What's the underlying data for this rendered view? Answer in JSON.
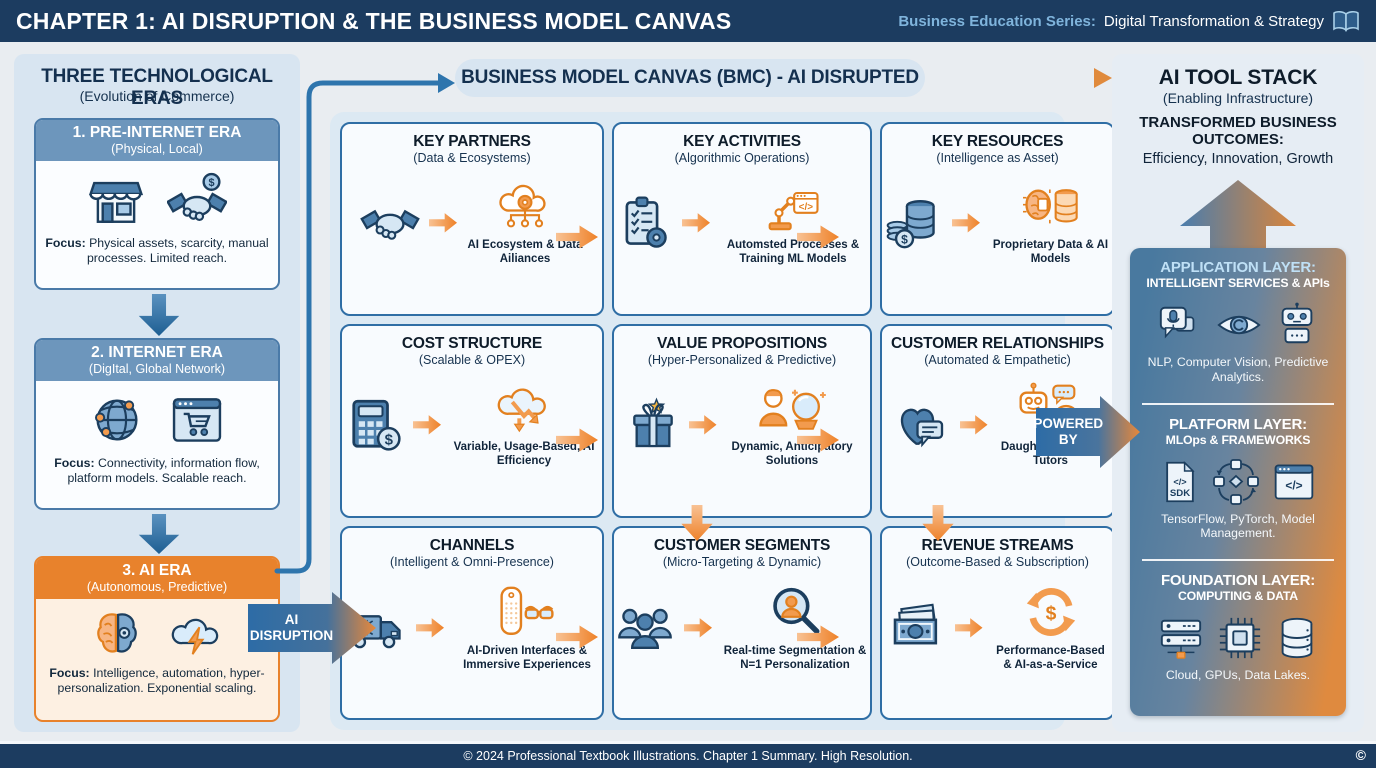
{
  "header": {
    "title": "CHAPTER 1: AI DISRUPTION & THE BUSINESS MODEL CANVAS",
    "series_label": "Business Education Series:",
    "series_value": "Digital Transformation & Strategy"
  },
  "left_panel": {
    "title": "THREE TECHNOLOGICAL ERAS",
    "subtitle": "(Evolution of Commerce)",
    "eras": [
      {
        "name": "1. PRE-INTERNET ERA",
        "sub": "(Physical, Local)",
        "focus_label": "Focus:",
        "focus": "Physical assets, scarcity, manual processes. Limited reach.",
        "icons": [
          "storefront-icon",
          "handshake-dollar-icon"
        ]
      },
      {
        "name": "2. INTERNET ERA",
        "sub": "(DigItal, Global Network)",
        "focus_label": "Focus:",
        "focus": "Connectivity, information flow, platform models. Scalable reach.",
        "icons": [
          "globe-network-icon",
          "ecommerce-cart-icon"
        ]
      },
      {
        "name": "3. AI ERA",
        "sub": "(Autonomous, Predictive)",
        "focus_label": "Focus:",
        "focus": "Intelligence, automation, hyper-personalization. Exponential scaling.",
        "icons": [
          "ai-brain-icon",
          "cloud-lightning-icon"
        ]
      }
    ]
  },
  "bmc": {
    "title": "BUSINESS MODEL CANVAS (BMC) - AI DISRUPTED",
    "cards": [
      {
        "title": "KEY PARTNERS",
        "sub": "(Data & Ecosystems)",
        "caption": "AI Ecosystem & Data Ailiances",
        "icons": [
          "handshake-icon",
          "ai-cloud-network-icon"
        ]
      },
      {
        "title": "KEY ACTIVITIES",
        "sub": "(Algorithmic Operations)",
        "caption": "Automsted Processes & Training ML Models",
        "icons": [
          "checklist-gear-icon",
          "robot-arm-code-icon"
        ]
      },
      {
        "title": "KEY RESOURCES",
        "sub": "(Intelligence as Asset)",
        "caption": "Proprietary Data & AI Models",
        "icons": [
          "data-stack-coin-icon",
          "brain-chip-database-icon"
        ]
      },
      {
        "title": "COST STRUCTURE",
        "sub": "(Scalable & OPEX)",
        "caption": "Variable, Usage-Based, AI Efficiency",
        "icons": [
          "calculator-dollar-icon",
          "cloud-cost-decline-icon"
        ]
      },
      {
        "title": "VALUE PROPOSITIONS",
        "sub": "(Hyper-Personalized & Predictive)",
        "caption": "Dynamic, Anticipatory Solutions",
        "icons": [
          "gift-star-icon",
          "person-crystal-ball-icon"
        ]
      },
      {
        "title": "CUSTOMER RELATIONSHIPS",
        "sub": "(Automated & Empathetic)",
        "caption": "Daughter-Bot & AI Tutors",
        "icons": [
          "heart-chat-icon",
          "chatbot-smiley-icon"
        ]
      },
      {
        "title": "CHANNELS",
        "sub": "(Intelligent & Omni-Presence)",
        "caption": "AI-Driven Interfaces & Immersive Experiences",
        "icons": [
          "delivery-megaphone-icon",
          "smart-speaker-ar-glasses-icon"
        ]
      },
      {
        "title": "CUSTOMER SEGMENTS",
        "sub": "(Micro-Targeting & Dynamic)",
        "caption": "Real-time Segmentation & N=1 Personalization",
        "icons": [
          "customer-group-icon",
          "magnifier-person-icon"
        ]
      },
      {
        "title": "REVENUE STREAMS",
        "sub": "(Outcome-Based & Subscription)",
        "caption": "Performance-Based & AI-as-a-Service",
        "icons": [
          "cash-icon",
          "dollar-cycle-icon"
        ]
      }
    ]
  },
  "connectors": {
    "ai_disruption_line1": "AI",
    "ai_disruption_line2": "DISRUPTION",
    "powered_by_line1": "POWERED",
    "powered_by_line2": "BY"
  },
  "right_panel": {
    "title": "AI TOOL STACK",
    "subtitle": "(Enabling Infrastructure)",
    "outcomes_title": "TRANSFORMED BUSINESS OUTCOMES:",
    "outcomes_text": "Efficiency, Innovation, Growth",
    "layers": [
      {
        "name": "APPLICATION LAYER:",
        "sub": "INTELLIGENT SERVICES & APIs",
        "caption": "NLP, Computer Vision, Predictive Analytics.",
        "icons": [
          "voice-chat-mic-icon",
          "computer-vision-eye-icon",
          "robot-icon"
        ]
      },
      {
        "name": "PLATFORM LAYER:",
        "sub": "MLOps & FRAMEWORKS",
        "caption": "TensorFlow, PyTorch, Model Management.",
        "icons": [
          "sdk-file-icon",
          "workflow-nodes-icon",
          "code-window-icon"
        ]
      },
      {
        "name": "FOUNDATION LAYER:",
        "sub": "COMPUTING & DATA",
        "caption": "Cloud, GPUs, Data Lakes.",
        "icons": [
          "server-rack-icon",
          "gpu-chip-icon",
          "database-icon"
        ]
      }
    ]
  },
  "footer": {
    "text": "© 2024 Professional Textbook Illustrations. Chapter 1 Summary. High Resolution.",
    "copyright_symbol": "©"
  },
  "colors": {
    "header_bg": "#1c3c60",
    "accent_blue": "#2e75ad",
    "accent_orange": "#ed8128",
    "panel_bg": "#d8e5f1"
  }
}
